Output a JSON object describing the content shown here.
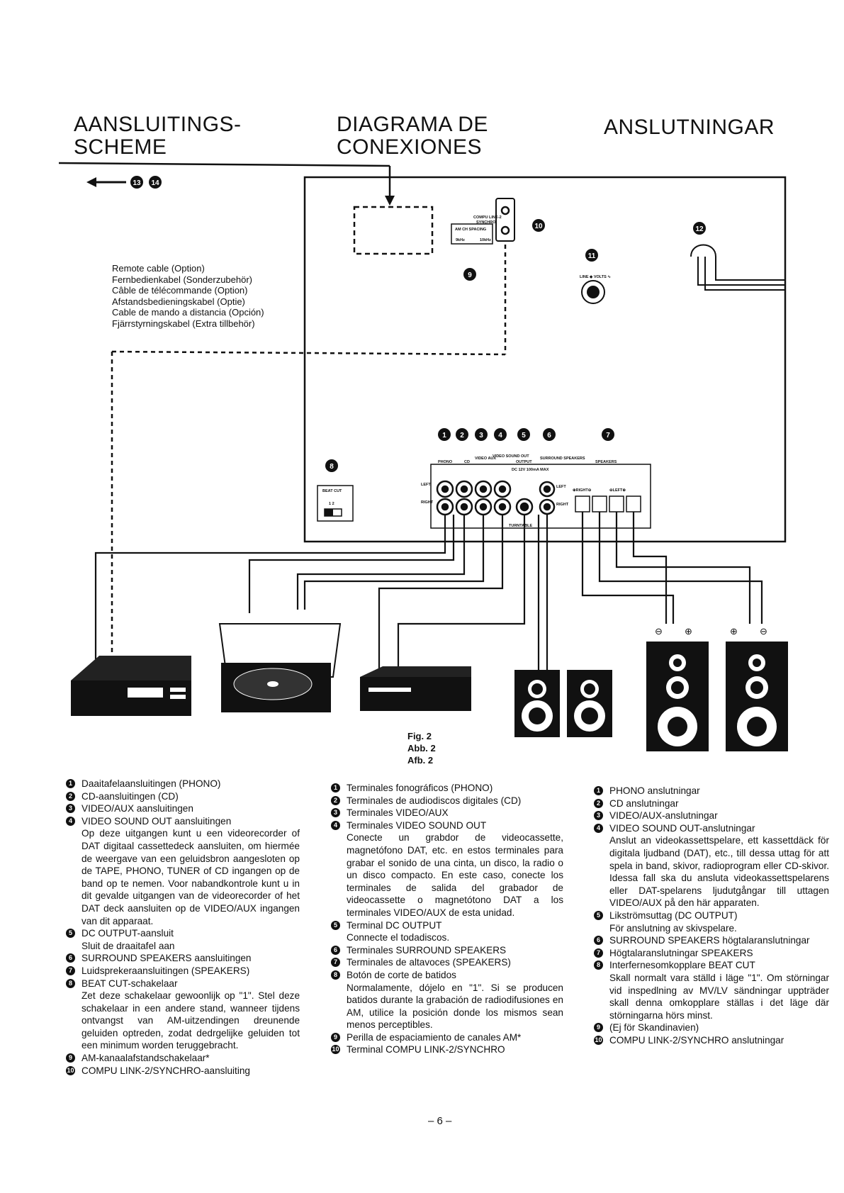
{
  "headings": {
    "nl": "AANSLUITINGS-\nSCHEME",
    "es": "DIAGRAMA DE\nCONEXIONES",
    "sv": "ANSLUTNINGAR"
  },
  "remote_cable": [
    "Remote cable (Option)",
    "Fernbedienkabel (Sonderzubehör)",
    "Câble de télécommande (Option)",
    "Afstandsbedieningskabel (Optie)",
    "Cable de mando a distancia (Opción)",
    "Fjärrstyrningskabel (Extra tillbehör)"
  ],
  "diagram_labels": {
    "compu_link": "COMPU LINK-2",
    "synchro": "SYNCHRO",
    "am_ch_spacing": "AM CH SPACING",
    "khz9": "9kHz",
    "khz10": "10kHz",
    "line_volts": "LINE ◆ VOLTS ∿",
    "beat_cut": "BEAT CUT",
    "beat_cut_pos": "1  2",
    "phono": "PHONO",
    "cd": "CD",
    "video_aux": "VIDEO AUX",
    "video_sound_out": "VIDEO SOUND OUT",
    "output": "OUTPUT",
    "dc12v": "DC 12V 100mA MAX",
    "surround_speakers": "SURROUND SPEAKERS",
    "speakers": "SPEAKERS",
    "left": "LEFT",
    "right": "RIGHT",
    "right_pol": "⊕RIGHT⊖",
    "left_pol": "⊖LEFT⊕",
    "turntable": "TURNTABLE",
    "minus": "⊖",
    "plus": "⊕"
  },
  "callout_numbers": {
    "arrow_refs": [
      "13",
      "14"
    ],
    "top": [
      "9",
      "10",
      "11",
      "12"
    ],
    "row": [
      "1",
      "2",
      "3",
      "4",
      "5",
      "6",
      "7"
    ],
    "beat": "8"
  },
  "figure_caption": [
    "Fig. 2",
    "Abb. 2",
    "Afb. 2"
  ],
  "col_nl": [
    {
      "n": "1",
      "t": "Daaitafelaansluitingen (PHONO)"
    },
    {
      "n": "2",
      "t": "CD-aansluitingen (CD)"
    },
    {
      "n": "3",
      "t": "VIDEO/AUX aansluitingen"
    },
    {
      "n": "4",
      "t": "VIDEO SOUND OUT aansluitingen",
      "d": "Op deze uitgangen kunt u een videorecorder of DAT digitaal cassettedeck aansluiten, om hiermée de weergave van een geluidsbron aangesloten op de TAPE, PHONO, TUNER of CD ingangen op de band op te nemen. Voor nabandkontrole kunt u in dit gevalde uitgangen van de videorecorder of het DAT deck aansluiten op de VIDEO/AUX ingangen van dit apparaat."
    },
    {
      "n": "5",
      "t": "DC OUTPUT-aansluit",
      "d": "Sluit de draaitafel aan"
    },
    {
      "n": "6",
      "t": "SURROUND SPEAKERS aansluitingen"
    },
    {
      "n": "7",
      "t": "Luidsprekeraansluitingen (SPEAKERS)"
    },
    {
      "n": "8",
      "t": "BEAT CUT-schakelaar",
      "d": "Zet deze schakelaar gewoonlijk op \"1\". Stel deze schakelaar in een andere stand, wanneer tijdens ontvangst van AM-uitzendingen dreunende geluiden optreden, zodat dedrgelijke geluiden tot een minimum worden teruggebracht."
    },
    {
      "n": "9",
      "t": "AM-kanaalafstandschakelaar*"
    },
    {
      "n": "10",
      "t": "COMPU LINK-2/SYNCHRO-aansluiting"
    }
  ],
  "col_es": [
    {
      "n": "1",
      "t": "Terminales fonográficos (PHONO)"
    },
    {
      "n": "2",
      "t": "Terminales de audiodiscos digitales (CD)"
    },
    {
      "n": "3",
      "t": "Terminales VIDEO/AUX"
    },
    {
      "n": "4",
      "t": "Terminales VIDEO SOUND OUT",
      "d": "Conecte un grabdor de videocassette, magnetófono DAT, etc. en estos terminales para grabar el sonido de una cinta, un disco, la radio o un disco compacto. En este caso, conecte los terminales de salida del grabador de videocassette o magnetótono DAT a los terminales VIDEO/AUX de esta unidad."
    },
    {
      "n": "5",
      "t": "Terminal DC OUTPUT",
      "d": "Connecte el todadiscos."
    },
    {
      "n": "6",
      "t": "Terminales SURROUND SPEAKERS"
    },
    {
      "n": "7",
      "t": "Terminales de altavoces (SPEAKERS)"
    },
    {
      "n": "8",
      "t": "Botón de corte de batidos",
      "d": "Normalamente, dójelo en \"1\". Si se producen batidos durante la grabación de radiodifusiones en AM, utilice la posición donde los mismos sean menos perceptibles."
    },
    {
      "n": "9",
      "t": "Perilla de espaciamiento de canales AM*"
    },
    {
      "n": "10",
      "t": "Terminal COMPU LINK-2/SYNCHRO"
    }
  ],
  "col_sv": [
    {
      "n": "1",
      "t": "PHONO anslutningar"
    },
    {
      "n": "2",
      "t": "CD anslutningar"
    },
    {
      "n": "3",
      "t": "VIDEO/AUX-anslutningar"
    },
    {
      "n": "4",
      "t": "VIDEO SOUND OUT-anslutningar",
      "d": "Anslut an videokassettspelare, ett kassettdäck för digitala ljudband (DAT), etc., till dessa uttag för att spela in band, skivor, radioprogram eller CD-skivor. Idessa fall ska du ansluta videokassettspelarens eller DAT-spelarens ljudutgångar till uttagen VIDEO/AUX på den här apparaten."
    },
    {
      "n": "5",
      "t": "Likströmsuttag (DC OUTPUT)",
      "d": "För anslutning av skivspelare."
    },
    {
      "n": "6",
      "t": "SURROUND SPEAKERS högtalaranslutningar"
    },
    {
      "n": "7",
      "t": "Högtalaranslutningar SPEAKERS"
    },
    {
      "n": "8",
      "t": "Interfernesomkopplare BEAT CUT",
      "d": "Skall normalt vara ställd i läge \"1\". Om störningar vid inspedlning av MV/LV sändningar uppträder skall denna omkopplare ställas i det läge där störningarna hörs minst."
    },
    {
      "n": "9",
      "t": "(Ej för Skandinavien)"
    },
    {
      "n": "10",
      "t": "COMPU LINK-2/SYNCHRO anslutningar"
    }
  ],
  "page_number": "– 6 –"
}
